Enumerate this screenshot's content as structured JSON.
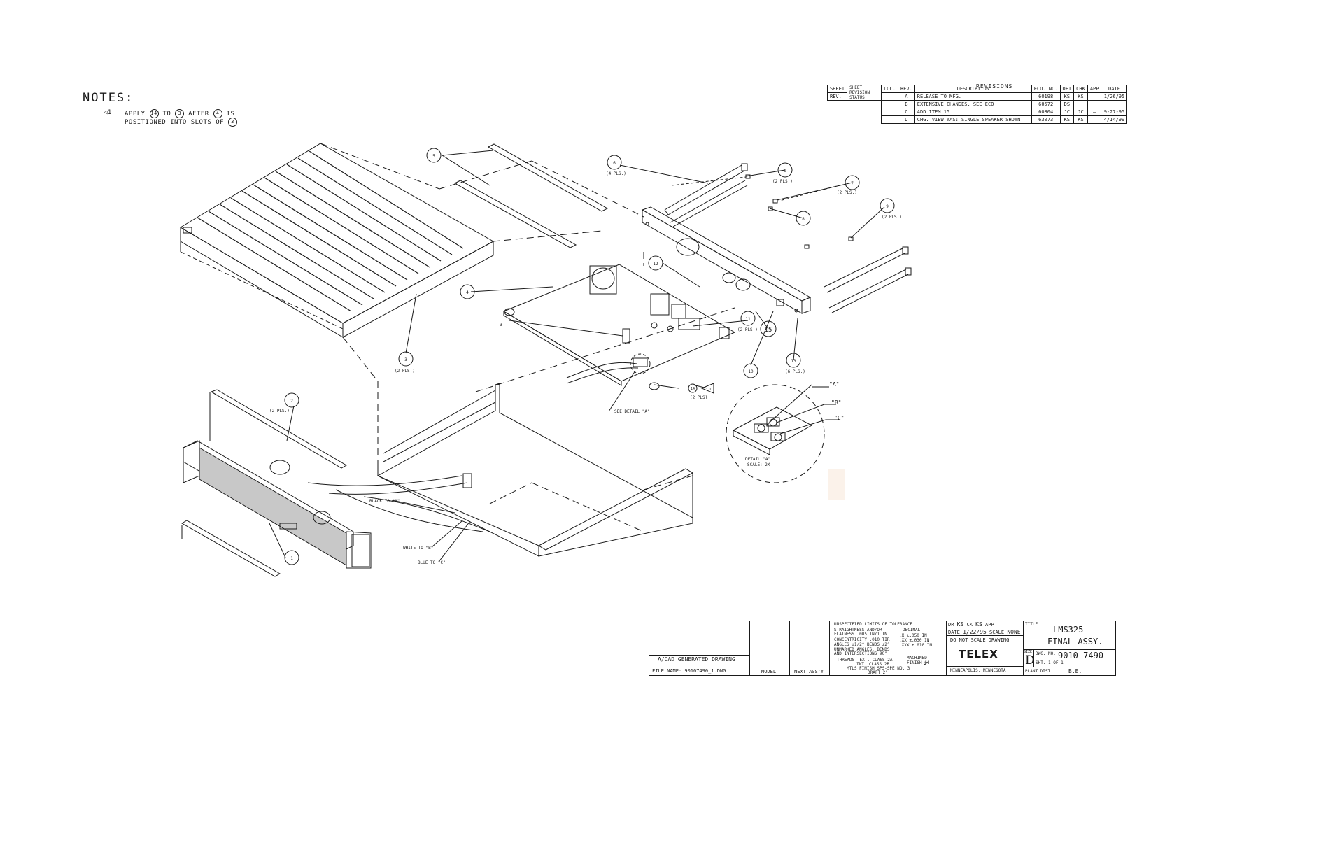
{
  "notes": {
    "title": "NOTES:",
    "flag": "1",
    "line1_a": "APPLY",
    "line1_b": "TO",
    "line1_c": "AFTER",
    "line1_d": "IS",
    "line2": "POSITIONED INTO SLOTS OF",
    "ref14": "14",
    "ref3": "3",
    "ref4": "4",
    "ref3b": "3"
  },
  "revisions": {
    "title": "REVISIONS",
    "sheet": "SHEET",
    "rev": "REV.",
    "sheet_revision_status": "SHEET REVISION STATUS",
    "headers": [
      "LOC.",
      "REV.",
      "DESCRIPTION",
      "ECO. NO.",
      "DFT",
      "CHK",
      "APP",
      "DATE"
    ],
    "rows": [
      [
        "",
        "A",
        "RELEASE TO MFG.",
        "60198",
        "KS",
        "KS",
        "",
        "1/26/95"
      ],
      [
        "",
        "B",
        "EXTENSIVE CHANGES, SEE ECO",
        "60572",
        "DS",
        "",
        "",
        ""
      ],
      [
        "",
        "C",
        "ADD ITEM 15",
        "60804",
        "JC",
        "JC",
        "—",
        "9-27-95"
      ],
      [
        "",
        "D",
        "CHG. VIEW WAS: SINGLE SPEAKER SHOWN",
        "63073",
        "KS",
        "KS",
        "",
        "4/14/99"
      ]
    ]
  },
  "callouts": {
    "c1": "1",
    "c2": "2",
    "c3": "3",
    "c4": "4",
    "c5": "5",
    "c6": "6",
    "c7": "7",
    "c8": "8",
    "c9": "9",
    "c9b": "9",
    "c10": "10",
    "c11": "11",
    "c12": "12",
    "c13": "13",
    "c14": "14",
    "c15": "15",
    "flag1": "1",
    "c3small": "3"
  },
  "labels": {
    "pls4": "(4 PLS.)",
    "pls2_9": "(2 PLS.)",
    "pls2_7": "(2 PLS.)",
    "pls2_9b": "(2 PLS.)",
    "pls2_3": "(2 PLS.)",
    "pls2_2": "(2 PLS.)",
    "pls2_11": "(2 PLS.)",
    "pls2_14": "(2 PLS)",
    "pls6": "(6 PLS.)",
    "see_detail": "SEE DETAIL  \"A\"",
    "detail_a": "\"A\"",
    "detail_b": "\"B\"",
    "detail_c": "\"C\"",
    "detail_title": "DETAIL \"A\"",
    "detail_scale": "SCALE: 2X",
    "black": "BLACK TO \"A\"",
    "white": "WHITE TO \"B\"",
    "blue": "BLUE TO \"C\""
  },
  "titleblock": {
    "acad": "A/CAD GENERATED DRAWING",
    "file": "FILE NAME: 90107490_1.DWG",
    "model": "MODEL",
    "next_assy": "NEXT ASS'Y",
    "tol1": "UNSPECIFIED LIMITS OF TOLERANCE",
    "tol2": "STRAIGHTNESS AND/OR",
    "tol3": "FLATNESS .005 IN/1 IN",
    "tol4": "CONCENTRICITY .010 TIR",
    "tol5": "ANGLES ±1/2° BENDS ±2°",
    "tol6": "UNMARKED ANGLES, BENDS",
    "tol7": "AND INTERSECTIONS 90°",
    "tol8": "THREADS- EXT. CLASS 2A",
    "tol9": "INT. CLASS 2B",
    "tol10": "MTLS FINISH SPS-SPE NO. 3",
    "tol11": "DRAFT 2°",
    "decimal": "DECIMAL",
    "dec1": ".X   ±.050 IN",
    "dec2": ".XX  ±.030 IN",
    "dec3": ".XXX ±.010 IN",
    "machined": "MACHINED",
    "finish": "FINISH 64",
    "dr": "DR",
    "dr_v": "KS",
    "ck": "CK",
    "ck_v": "KS",
    "app": "APP",
    "date_lbl": "DATE",
    "date_v": "1/22/95",
    "scale_lbl": "SCALE",
    "scale_v": "NONE",
    "dnscale": "DO NOT SCALE DRAWING",
    "company": "TELEX",
    "city": "MINNEAPOLIS, MINNESOTA",
    "title_lbl": "TITLE",
    "title1": "LMS325",
    "title2": "FINAL ASSY.",
    "size_lbl": "SIZE",
    "size_v": "D",
    "dwg_lbl": "DWG. NO.",
    "dwg_v": "9010-7490",
    "sheet_v": "SHT. 1 OF  1",
    "plant_lbl": "PLANT DIST.",
    "plant_v": "B.E."
  },
  "colors": {
    "line": "#1a1a1a",
    "paper": "#ffffff",
    "smudge": "#fbf2ea"
  }
}
